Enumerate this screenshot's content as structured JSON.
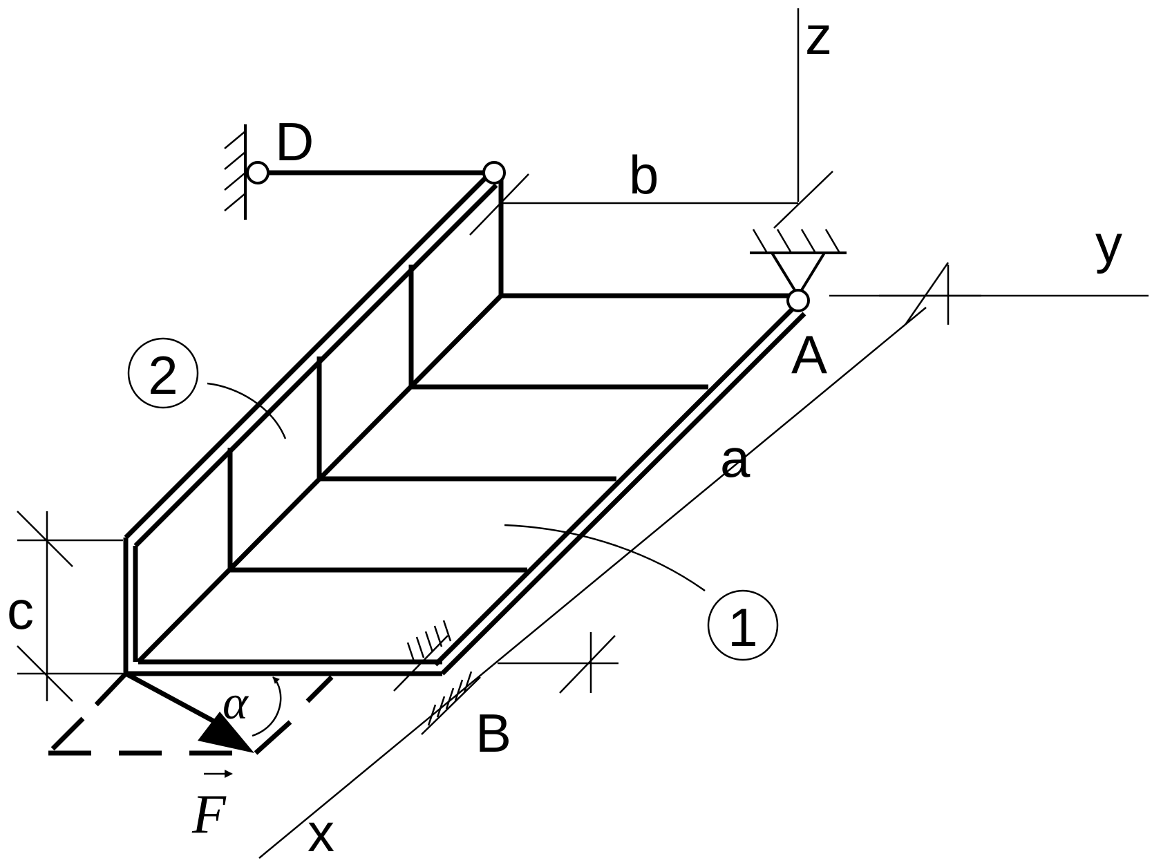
{
  "labels": {
    "axis_x": "x",
    "axis_y": "y",
    "axis_z": "z",
    "point_a": "A",
    "point_b": "B",
    "point_d": "D",
    "dim_a": "a",
    "dim_b": "b",
    "dim_c": "c",
    "angle": "α",
    "force": "F",
    "part_1": "1",
    "part_2": "2"
  },
  "colors": {
    "ink": "#000000",
    "paper": "#ffffff"
  }
}
